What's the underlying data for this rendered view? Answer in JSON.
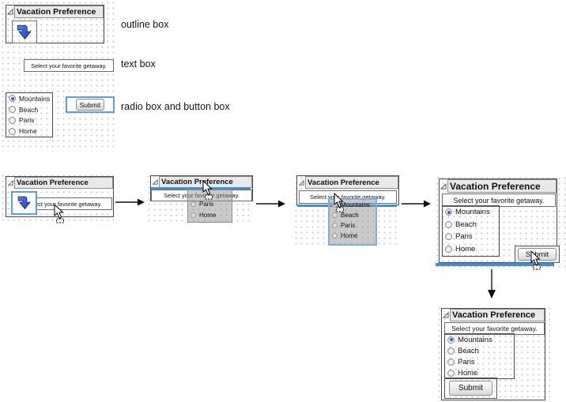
{
  "colors": {
    "selection_blue": "#5aa0dc",
    "insert_line_blue": "#3f8fd6",
    "arrow_icon_blue": "#2d54c8",
    "header_gray": "#e9e9e9",
    "ghost_gray": "#949494"
  },
  "icons": {
    "disclosure": "disclosure-triangle",
    "outline_arrow": "blue-bent-down-arrow",
    "drag_cursor": "arrow-pointer-with-dashed-box",
    "flow_right": "right-arrow",
    "flow_down": "down-arrow"
  },
  "legend": {
    "outline_label": "outline box",
    "text_label": "text box",
    "radio_button_label": "radio box and button box"
  },
  "panel": {
    "title": "Vacation Preference",
    "prompt": "Select your favorite getaway.",
    "options": [
      "Mountains",
      "Beach",
      "Paris",
      "Home"
    ],
    "selected": "Mountains",
    "submit": "Submit"
  }
}
